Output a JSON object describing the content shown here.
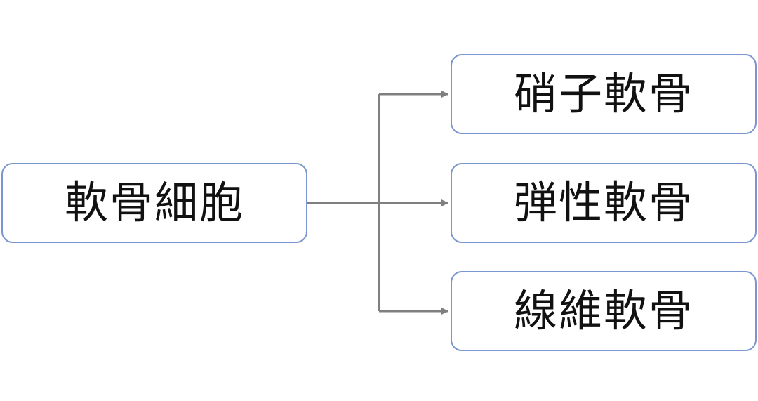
{
  "diagram": {
    "source": {
      "label": "軟骨細胞"
    },
    "targets": [
      {
        "label": "硝子軟骨"
      },
      {
        "label": "弾性軟骨"
      },
      {
        "label": "線維軟骨"
      }
    ]
  },
  "colors": {
    "node_border": "#7a96cf",
    "connector": "#7f7f7f",
    "text": "#111111"
  }
}
